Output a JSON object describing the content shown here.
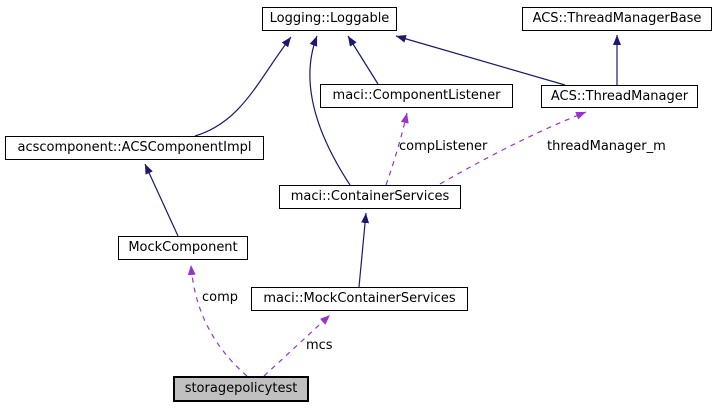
{
  "diagram": {
    "type": "collaboration-diagram",
    "colors": {
      "inheritance": "#191970",
      "usage": "#9a32cd",
      "node_bg": "#ffffff",
      "node_border": "#000000",
      "highlight_bg": "#c0c0c0",
      "text": "#000000"
    },
    "nodes": {
      "loggable": {
        "label": "Logging::Loggable"
      },
      "thread_manager_base": {
        "label": "ACS::ThreadManagerBase"
      },
      "component_listener": {
        "label": "maci::ComponentListener"
      },
      "thread_manager": {
        "label": "ACS::ThreadManager"
      },
      "acs_component_impl": {
        "label": "acscomponent::ACSComponentImpl"
      },
      "container_services": {
        "label": "maci::ContainerServices"
      },
      "mock_component": {
        "label": "MockComponent"
      },
      "mock_container_services": {
        "label": "maci::MockContainerServices"
      },
      "storagepolicytest": {
        "label": "storagepolicytest",
        "highlighted": true
      }
    },
    "edge_labels": {
      "comp_listener": "compListener",
      "thread_manager_m": "threadManager_m",
      "comp": "comp",
      "mcs": "mcs"
    },
    "edges": [
      {
        "from": "acscomponent::ACSComponentImpl",
        "to": "Logging::Loggable",
        "type": "inheritance"
      },
      {
        "from": "maci::ContainerServices",
        "to": "Logging::Loggable",
        "type": "inheritance"
      },
      {
        "from": "maci::ComponentListener",
        "to": "Logging::Loggable",
        "type": "inheritance"
      },
      {
        "from": "ACS::ThreadManager",
        "to": "Logging::Loggable",
        "type": "inheritance"
      },
      {
        "from": "ACS::ThreadManager",
        "to": "ACS::ThreadManagerBase",
        "type": "inheritance"
      },
      {
        "from": "MockComponent",
        "to": "acscomponent::ACSComponentImpl",
        "type": "inheritance"
      },
      {
        "from": "maci::MockContainerServices",
        "to": "maci::ContainerServices",
        "type": "inheritance"
      },
      {
        "from": "maci::ContainerServices",
        "to": "maci::ComponentListener",
        "type": "usage",
        "label": "compListener"
      },
      {
        "from": "maci::ContainerServices",
        "to": "ACS::ThreadManager",
        "type": "usage",
        "label": "threadManager_m"
      },
      {
        "from": "storagepolicytest",
        "to": "MockComponent",
        "type": "usage",
        "label": "comp"
      },
      {
        "from": "storagepolicytest",
        "to": "maci::MockContainerServices",
        "type": "usage",
        "label": "mcs"
      }
    ]
  }
}
